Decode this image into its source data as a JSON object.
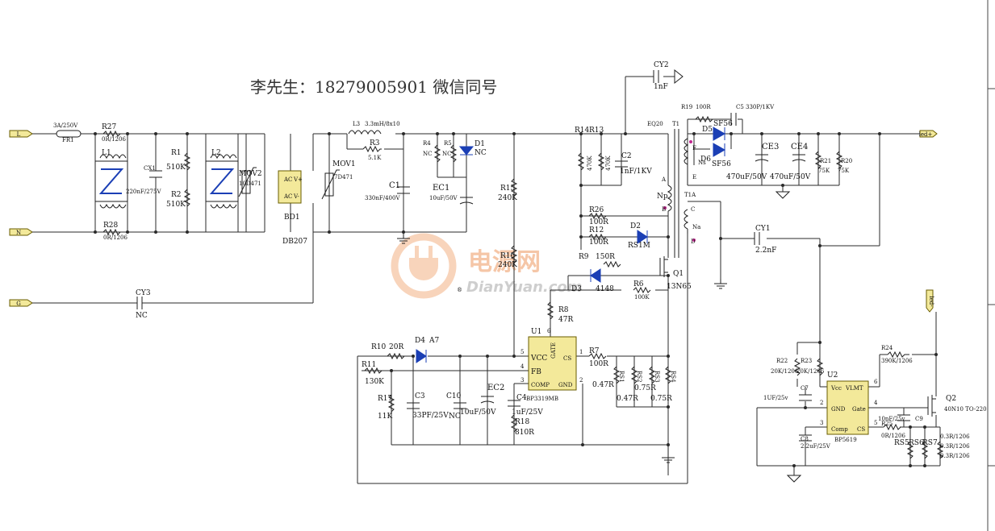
{
  "header": {
    "contact": "李先生：18279005901 微信同号"
  },
  "watermark": {
    "name_cn": "电源网",
    "name_en": "DianYuan.com",
    "reg": "®"
  },
  "ports": {
    "L": "L",
    "N": "N",
    "G": "G",
    "led_plus": "led+",
    "led_minus": "led-"
  },
  "parts": {
    "FR1_val": "3A/250V",
    "FR1": "FR1",
    "R27": "R27",
    "R27_val": "0R/1206",
    "R28": "R28",
    "R28_val": "0R/1206",
    "L1": "L1",
    "L2": "L2",
    "CX1": "CX1",
    "CX1_val": "220nF/275V",
    "R1": "R1",
    "R1_val": "510K",
    "R2": "R2",
    "R2_val": "510K",
    "MOV2": "MOV2",
    "MOV2_val": "10D471",
    "MOV1": "MOV1",
    "MOV1_val": "7D471",
    "BD1": "BD1",
    "DB207": "DB207",
    "AC": "AC",
    "Vplus": "V+",
    "Vminus": "V-",
    "L3": "L3",
    "L3_val": "3.3mH/8x10",
    "R3": "R3",
    "R3_val": "5.1K",
    "C1": "C1",
    "C1_val": "330nF/400V",
    "R4": "R4",
    "R4_val": "NC",
    "R5": "R5",
    "R5_val": "NC",
    "D1": "D1",
    "D1_val": "NC",
    "EC1": "EC1",
    "EC1_val": "10uF/50V",
    "R14": "R14",
    "R13": "R13",
    "R14_val": "470K",
    "R13_val": "470K",
    "C2": "C2",
    "C2_val": "1nF/1KV",
    "R26": "R26",
    "R26_val": "100R",
    "R12": "R12",
    "R12_val": "100R",
    "D2": "D2",
    "D2_val": "RS1M",
    "R15": "R15",
    "R15_val": "240K",
    "R16": "R16",
    "R16_val": "240K",
    "R9": "R9",
    "R9_val": "150R",
    "D3": "D3",
    "D3_val": "4148",
    "R6": "R6",
    "R6_val": "100K",
    "Q1": "Q1",
    "Q1_val": "13N65",
    "R8": "R8",
    "R8_val": "47R",
    "U1": "U1",
    "U1_name": "BP3319MB",
    "VCC": "VCC",
    "FB": "FB",
    "COMP": "COMP",
    "GND": "GND",
    "CS": "CS",
    "GATE": "GATE",
    "R7": "R7",
    "R7_val": "100R",
    "RS1": "RS1",
    "RS2": "RS2",
    "RS3": "RS3",
    "RS4": "RS4",
    "RS_val1": "0.47R",
    "RS_val2": "0.47R",
    "RS_val3": "0.75R",
    "RS_val4": "0.75R",
    "R10": "R10",
    "R10_val": "20R",
    "D4": "D4",
    "D4_val": "A7",
    "R11": "R11",
    "R11_val": "130K",
    "R17": "R17",
    "R17_val": "11K",
    "C3": "C3",
    "C3_val": "33PF/25V",
    "C10": "C10",
    "C10_val": "NC",
    "EC2": "EC2",
    "EC2_val": "10uF/50V",
    "C4": "C4",
    "C4_val": "1uF/25V",
    "R18": "R18",
    "R18_val": "810R",
    "CY2": "CY2",
    "CY2_val": "1nF",
    "CY3": "CY3",
    "CY3_val": "NC",
    "EQ20": "EQ20",
    "T1": "T1",
    "T1A": "T1A",
    "Np": "Np",
    "Ns": "Ns",
    "Na": "Na",
    "pinA": "A",
    "pinB": "B",
    "pinC": "C",
    "pinD": "D",
    "pinE": "E",
    "pinF": "F",
    "R19": "R19",
    "R19_val": "100R",
    "C5": "C5",
    "C5_val": "330P/1KV",
    "D5": "D5",
    "D6": "D6",
    "SF56a": "SF56",
    "SF56b": "SF56",
    "CE3": "CE3",
    "CE3_val": "470uF/50V",
    "CE4": "CE4",
    "CE4_val": "470uF/50V",
    "R21": "R21",
    "R21_val": "75K",
    "R20": "R20",
    "R20_val": "75K",
    "CY1": "CY1",
    "CY1_val": "2.2nF",
    "R22": "R22",
    "R22_val": "20K/1206",
    "R23": "R23",
    "R23_val": "20K/1206",
    "U2": "U2",
    "U2_name": "BP5619",
    "Vcc2": "Vcc",
    "VLMT": "VLMT",
    "GND2": "GND",
    "Gate2": "Gate",
    "Comp2": "Comp",
    "CS2": "CS",
    "R24": "R24",
    "R24_val": "390K/1206",
    "C7": "C7",
    "C7_val": "1UF/25v",
    "C8": "C8",
    "C8_val": "2.2uF/25V",
    "R25": "R25",
    "R25_val": "0R/1206",
    "C9": "C9",
    "C9_val": "10nF/25v",
    "Q2": "Q2",
    "Q2_val": "40N10 TO-220",
    "RS5": "RS5",
    "RS6": "RS6",
    "RS7": "RS7",
    "RS5_val": "0.3R/1206",
    "RS6_val": "0.3R/1206",
    "RS7_val": "0.3R/1206",
    "pin1": "1",
    "pin2": "2",
    "pin3": "3",
    "pin4": "4",
    "pin5": "5",
    "pin6": "6"
  }
}
